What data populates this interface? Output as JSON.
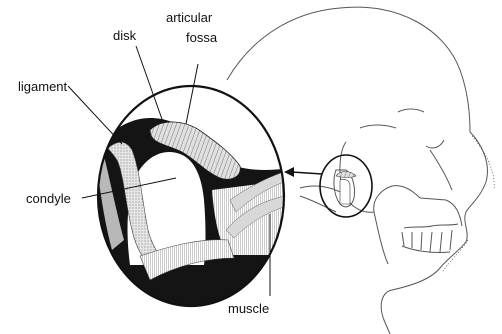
{
  "labels": {
    "disk": "disk",
    "articular_1": "articular",
    "articular_2": "fossa",
    "ligament": "ligament",
    "condyle": "condyle",
    "muscle": "muscle"
  }
}
